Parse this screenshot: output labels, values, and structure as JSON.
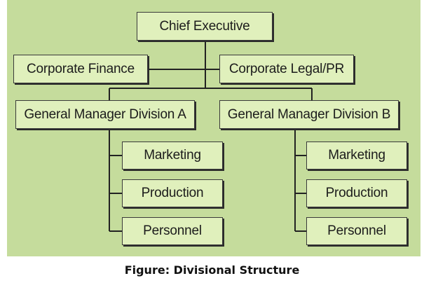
{
  "diagram": {
    "chief": "Chief Executive",
    "finance": "Corporate Finance",
    "legal": "Corporate Legal/PR",
    "division_a": {
      "title": "General Manager Division A",
      "units": [
        "Marketing",
        "Production",
        "Personnel"
      ]
    },
    "division_b": {
      "title": "General Manager Division B",
      "units": [
        "Marketing",
        "Production",
        "Personnel"
      ]
    }
  },
  "caption": "Figure: Divisional Structure",
  "colors": {
    "background": "#c5dc9c",
    "box_fill": "#e0f0bc",
    "line": "#222222"
  }
}
